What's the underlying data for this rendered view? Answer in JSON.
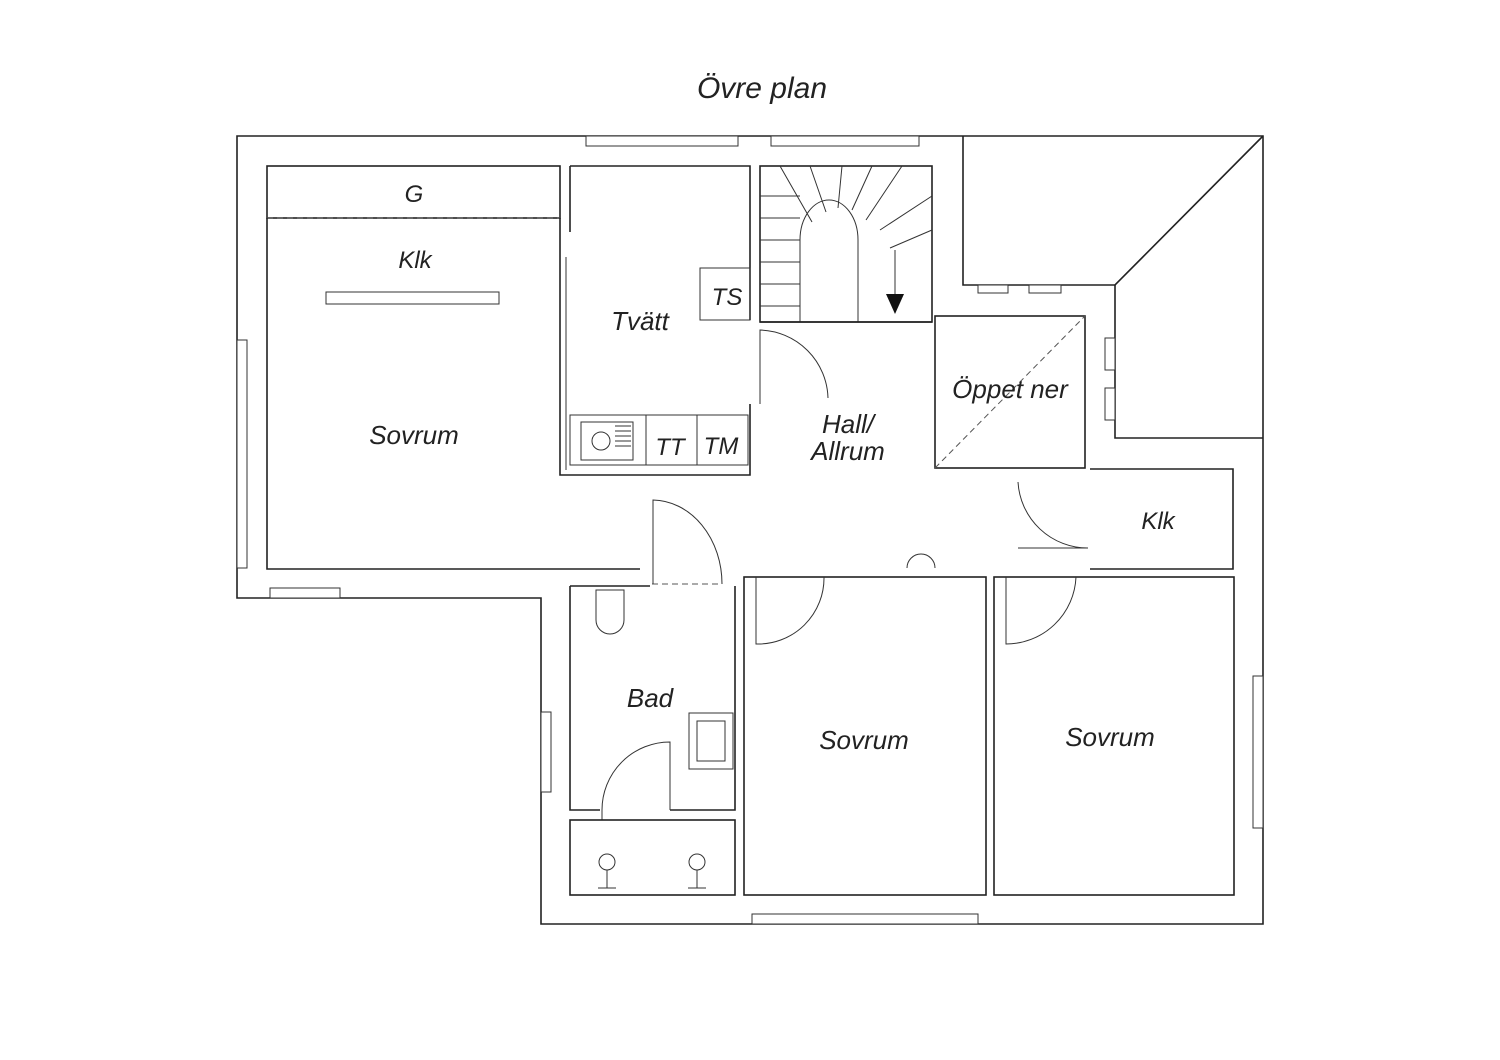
{
  "title": "Övre plan",
  "rooms": {
    "garderob": "G",
    "klk_left": "Klk",
    "sovrum_left": "Sovrum",
    "tvatt": "Tvätt",
    "ts": "TS",
    "tt": "TT",
    "tm": "TM",
    "hall_line1": "Hall/",
    "hall_line2": "Allrum",
    "oppet_ner": "Öppet ner",
    "klk_right": "Klk",
    "bad": "Bad",
    "sovrum_mid": "Sovrum",
    "sovrum_right": "Sovrum"
  },
  "colors": {
    "line": "#222222",
    "background": "#ffffff"
  }
}
